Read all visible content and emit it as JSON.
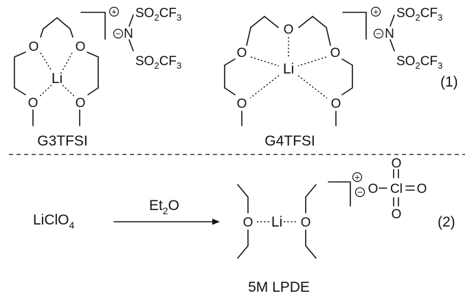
{
  "compounds": {
    "g3": {
      "label": "G3TFSI",
      "li": "Li",
      "o": "O",
      "n": "N",
      "so2cf3": [
        "SO",
        "2",
        "CF",
        "3"
      ]
    },
    "g4": {
      "label": "G4TFSI",
      "li": "Li",
      "o": "O",
      "n": "N",
      "so2cf3": [
        "SO",
        "2",
        "CF",
        "3"
      ]
    },
    "lpde": {
      "label": "5M LPDE",
      "li": "Li",
      "o": "O",
      "cl": "Cl"
    }
  },
  "reaction": {
    "reactant": [
      "LiClO",
      "4"
    ],
    "solvent": [
      "Et",
      "2",
      "O"
    ]
  },
  "equations": {
    "eq1": "(1)",
    "eq2": "(2)"
  },
  "charges": {
    "plus": "+",
    "minus": "−"
  }
}
